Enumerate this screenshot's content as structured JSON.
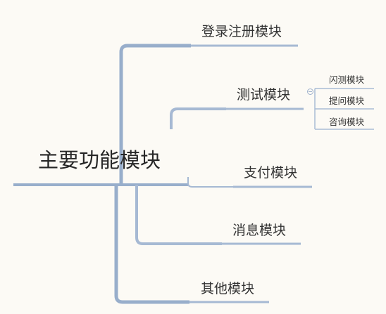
{
  "mindmap": {
    "root": {
      "label": "主要功能模块"
    },
    "branches": [
      {
        "label": "登录注册模块"
      },
      {
        "label": "测试模块",
        "children": [
          {
            "label": "闪测模块"
          },
          {
            "label": "提问模块"
          },
          {
            "label": "咨询模块"
          }
        ]
      },
      {
        "label": "支付模块"
      },
      {
        "label": "消息模块"
      },
      {
        "label": "其他模块"
      }
    ]
  },
  "colors": {
    "background": "#fcfaf5",
    "root_line": "#98aecb",
    "branch_line": "#a6b9d3",
    "leaf_line": "#a9bcd5"
  }
}
